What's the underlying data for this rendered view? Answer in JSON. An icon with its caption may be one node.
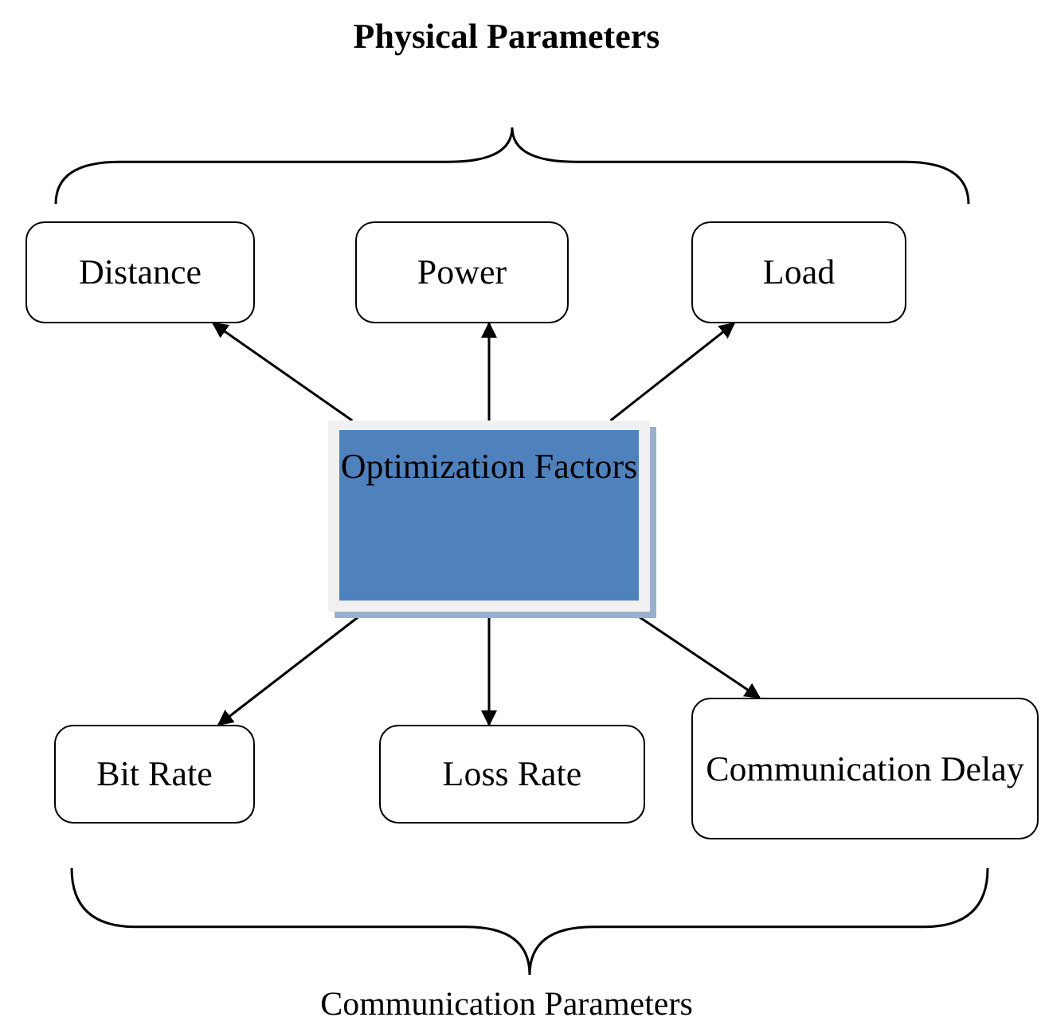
{
  "diagram": {
    "title": "Physical Parameters",
    "caption": "Communication Parameters",
    "nodes": [
      {
        "text": [
          "Optimization Factors"
        ]
      },
      {
        "text": [
          "Distance"
        ]
      },
      {
        "text": [
          "Power"
        ]
      },
      {
        "text": [
          "Load"
        ]
      },
      {
        "text": [
          "Bit Rate"
        ]
      },
      {
        "text": [
          "Loss Rate"
        ]
      },
      {
        "text": [
          "Communication Delay"
        ]
      }
    ],
    "edges": [
      {
        "from": 0,
        "to": 1,
        "arrow": "to"
      },
      {
        "from": 0,
        "to": 2,
        "arrow": "to"
      },
      {
        "from": 0,
        "to": 3,
        "arrow": "to"
      },
      {
        "from": 0,
        "to": 4,
        "arrow": "to"
      },
      {
        "from": 0,
        "to": 5,
        "arrow": "to"
      },
      {
        "from": 0,
        "to": 6,
        "arrow": "to"
      }
    ]
  }
}
